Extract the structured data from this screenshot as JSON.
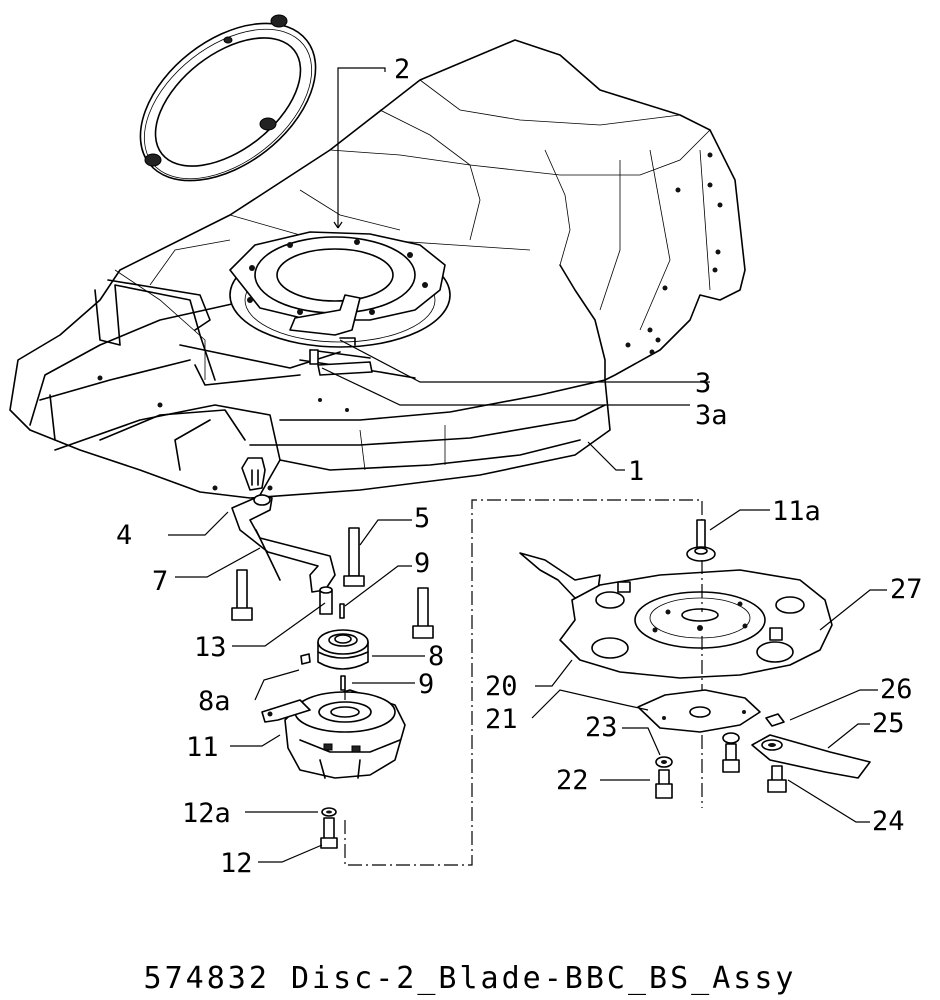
{
  "caption": "574832 Disc-2_Blade-BBC_BS_Assy",
  "callouts": {
    "c1": "1",
    "c2": "2",
    "c3": "3",
    "c3a": "3a",
    "c4": "4",
    "c5": "5",
    "c7": "7",
    "c8": "8",
    "c8a": "8a",
    "c9a": "9",
    "c9b": "9",
    "c11": "11",
    "c11a": "11a",
    "c12": "12",
    "c12a": "12a",
    "c13": "13",
    "c20": "20",
    "c21": "21",
    "c22": "22",
    "c23": "23",
    "c24": "24",
    "c25": "25",
    "c26": "26",
    "c27": "27"
  }
}
